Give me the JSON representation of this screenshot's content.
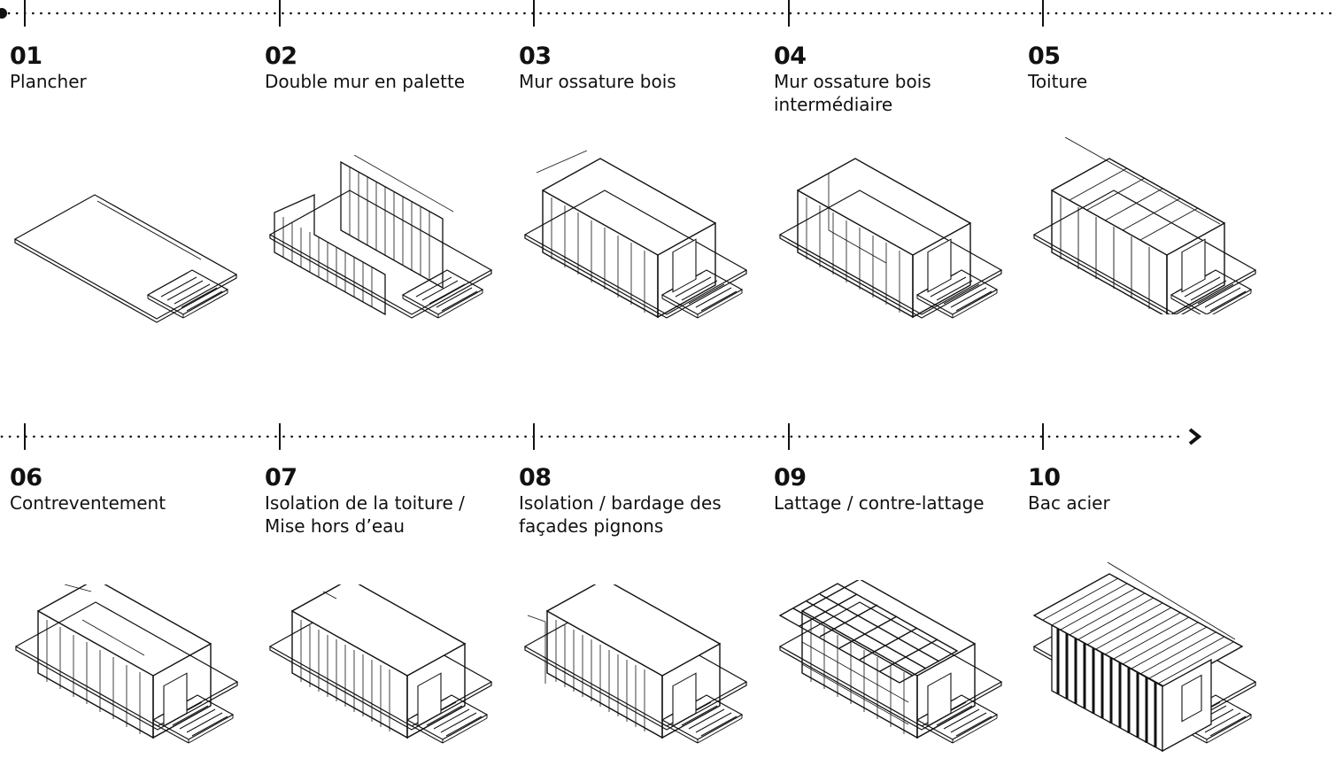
{
  "steps": [
    {
      "num": "01",
      "label": "Plancher"
    },
    {
      "num": "02",
      "label": "Double mur en palette"
    },
    {
      "num": "03",
      "label": "Mur ossature bois"
    },
    {
      "num": "04",
      "label": "Mur ossature bois intermédiaire"
    },
    {
      "num": "05",
      "label": "Toiture"
    },
    {
      "num": "06",
      "label": "Contreventement"
    },
    {
      "num": "07",
      "label": "Isolation de la toiture / Mise hors d’eau"
    },
    {
      "num": "08",
      "label": "Isolation / bardage des façades pignons"
    },
    {
      "num": "09",
      "label": "Lattage / contre-lattage"
    },
    {
      "num": "10",
      "label": "Bac acier"
    }
  ],
  "colors": {
    "line": "#111111",
    "background": "#ffffff"
  }
}
